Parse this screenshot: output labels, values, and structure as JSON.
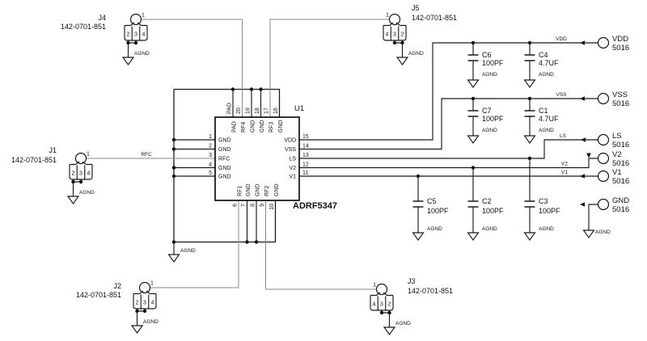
{
  "ic": {
    "refdes": "U1",
    "part_name": "ADRF5347",
    "pins_left": [
      {
        "num": "1",
        "name": "GND"
      },
      {
        "num": "2",
        "name": "GND"
      },
      {
        "num": "3",
        "name": "RFC"
      },
      {
        "num": "4",
        "name": "GND"
      },
      {
        "num": "5",
        "name": "GND"
      }
    ],
    "pins_right": [
      {
        "num": "15",
        "name": "VDD"
      },
      {
        "num": "14",
        "name": "VSS"
      },
      {
        "num": "13",
        "name": "LS"
      },
      {
        "num": "12",
        "name": "V2"
      },
      {
        "num": "11",
        "name": "V1"
      }
    ],
    "pins_top": [
      {
        "num": "PAD",
        "name": "PAD"
      },
      {
        "num": "20",
        "name": "RF4"
      },
      {
        "num": "19",
        "name": "GND"
      },
      {
        "num": "18",
        "name": "GND"
      },
      {
        "num": "17",
        "name": "RF3"
      },
      {
        "num": "16",
        "name": "GND"
      }
    ],
    "pins_bottom": [
      {
        "num": "6",
        "name": "RF1"
      },
      {
        "num": "7",
        "name": "GND"
      },
      {
        "num": "8",
        "name": "GND"
      },
      {
        "num": "9",
        "name": "RF2"
      },
      {
        "num": "10",
        "name": "GND"
      }
    ]
  },
  "connectors": {
    "J1": {
      "refdes": "J1",
      "part": "142-0701-851",
      "pin1": "1",
      "cells": [
        "2",
        "3",
        "4"
      ]
    },
    "J2": {
      "refdes": "J2",
      "part": "142-0701-851",
      "pin1": "1",
      "cells": [
        "2",
        "3",
        "4"
      ]
    },
    "J3": {
      "refdes": "J3",
      "part": "142-0701-851",
      "pin1": "1",
      "cells": [
        "4",
        "3",
        "2"
      ]
    },
    "J4": {
      "refdes": "J4",
      "part": "142-0701-851",
      "pin1": "1",
      "cells": [
        "2",
        "3",
        "4"
      ]
    },
    "J5": {
      "refdes": "J5",
      "part": "142-0701-851",
      "pin1": "1",
      "cells": [
        "4",
        "3",
        "2"
      ]
    }
  },
  "capacitors": {
    "C6": {
      "refdes": "C6",
      "value": "100PF"
    },
    "C4": {
      "refdes": "C4",
      "value": "4.7UF"
    },
    "C7": {
      "refdes": "C7",
      "value": "100PF"
    },
    "C1": {
      "refdes": "C1",
      "value": "4.7UF"
    },
    "C5": {
      "refdes": "C5",
      "value": "100PF"
    },
    "C2": {
      "refdes": "C2",
      "value": "100PF"
    },
    "C3": {
      "refdes": "C3",
      "value": "100PF"
    }
  },
  "test_points": {
    "VDD": {
      "net": "VDD",
      "part": "5016"
    },
    "VSS": {
      "net": "VSS",
      "part": "5016"
    },
    "LS": {
      "net": "LS",
      "part": "5016"
    },
    "V2": {
      "net": "V2",
      "part": "5016"
    },
    "V1": {
      "net": "V1",
      "part": "5016"
    },
    "GND": {
      "net": "GND",
      "part": "5016"
    }
  },
  "net_labels": {
    "rfc": "RFC",
    "vdd": "VDD",
    "vss": "VSS",
    "ls": "LS",
    "v2": "V2",
    "v1": "V1"
  },
  "ground_label": "AGND"
}
